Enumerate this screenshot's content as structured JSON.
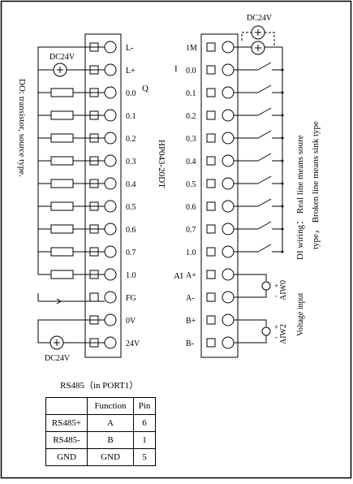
{
  "left_block": {
    "labels": [
      "L-",
      "L+",
      "0.0",
      "0.1",
      "0.2",
      "0.3",
      "0.4",
      "0.5",
      "0.6",
      "0.7",
      "1.0",
      "FG",
      "0V",
      "24V"
    ],
    "q_label": "Q",
    "dc_top": "DC24V",
    "dc_bottom": "DC24V",
    "side_text": "DO: transistor, source type.",
    "module_name": "HP043-20DT"
  },
  "right_block": {
    "labels": [
      "1M",
      "0.0",
      "0.1",
      "0.2",
      "0.3",
      "0.4",
      "0.5",
      "0.6",
      "0.7",
      "1.0",
      "A+",
      "A-",
      "B+",
      "B-"
    ],
    "i_label": "I",
    "ai_label": "AI",
    "dc_top": "DC24V",
    "di_note_line1": "DI wiring： Real line means soure",
    "di_note_line2": "type， Broken line means sink type",
    "aiw0": "AIW0",
    "aiw2": "AIW2",
    "voltage_input": "Voltage input",
    "plus": "+",
    "minus": "-"
  },
  "rs485": {
    "title": "RS485（in PORT1）",
    "headers": [
      "",
      "Function",
      "Pin"
    ],
    "rows": [
      [
        "RS485+",
        "A",
        "6"
      ],
      [
        "RS485-",
        "B",
        "1"
      ],
      [
        "GND",
        "GND",
        "5"
      ]
    ]
  }
}
